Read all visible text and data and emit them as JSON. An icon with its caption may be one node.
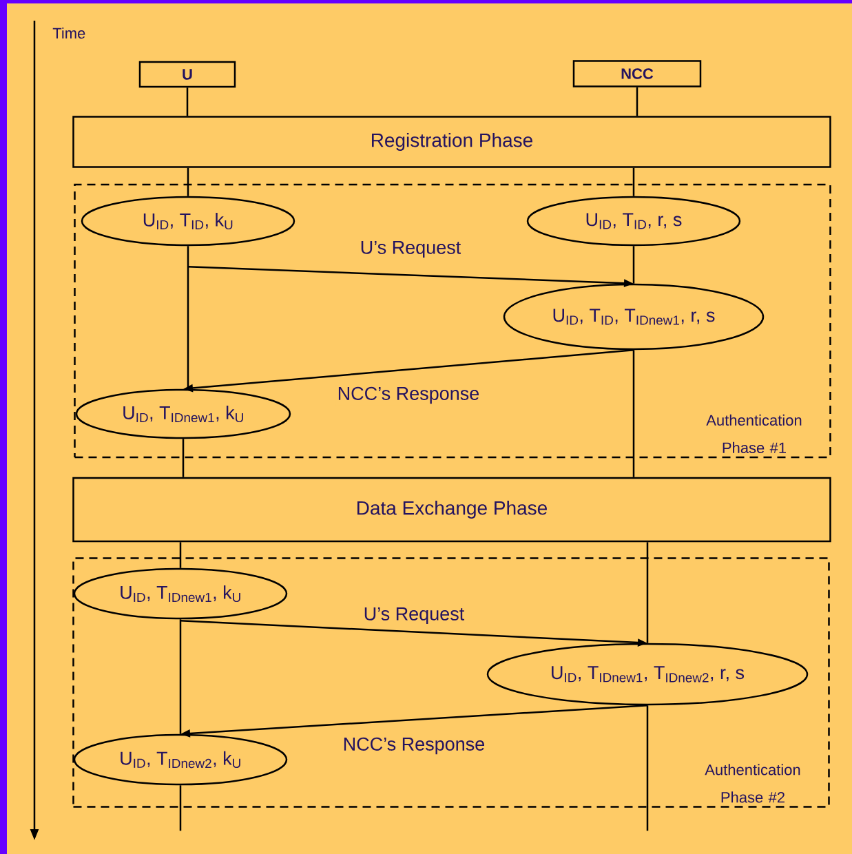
{
  "diagram": {
    "nodes": [
      {
        "text": [
          "**U**"
        ]
      },
      {
        "text": [
          "**NCC**"
        ]
      },
      {
        "text": [
          "Registration Phase"
        ]
      },
      {
        "text": [
          "Authentication Phase #1"
        ]
      },
      {
        "text": [
          "U$_{ID}$, T$_{ID}$, k$_{U}$"
        ],
        "in": 3
      },
      {
        "text": [
          "U$_{ID}$, T$_{ID}$, r, s"
        ],
        "in": 3
      },
      {
        "text": [
          "U$_{ID}$, T$_{ID}$, T$_{IDnew1}$, r, s"
        ],
        "in": 3
      },
      {
        "text": [
          "U$_{ID}$, T$_{IDnew1}$, k$_{U}$"
        ],
        "in": 3
      },
      {
        "text": [
          "Data Exchange Phase"
        ]
      },
      {
        "text": [
          "Authentication Phase #2"
        ]
      },
      {
        "text": [
          "U$_{ID}$, T$_{IDnew1}$, k$_{U}$"
        ],
        "in": 9
      },
      {
        "text": [
          "U$_{ID}$, T$_{IDnew1}$, T$_{IDnew2}$, r, s"
        ],
        "in": 9
      },
      {
        "text": [
          "U$_{ID}$, T$_{IDnew2}$, k$_{U}$"
        ],
        "in": 9
      }
    ],
    "edges": [
      {
        "from": 0,
        "to": 2,
        "arrow": "none"
      },
      {
        "from": 1,
        "to": 2,
        "arrow": "none"
      },
      {
        "from": 2,
        "to": 4,
        "arrow": "none"
      },
      {
        "from": 2,
        "to": 5,
        "arrow": "none"
      },
      {
        "from": 4,
        "to": 7,
        "arrow": "none"
      },
      {
        "from": 4,
        "to": 6,
        "arrow": "to",
        "label": "U’s Request"
      },
      {
        "from": 5,
        "to": 6,
        "arrow": "none"
      },
      {
        "from": 6,
        "to": 7,
        "arrow": "to",
        "label": "NCC’s Response"
      },
      {
        "from": 6,
        "to": 8,
        "arrow": "none"
      },
      {
        "from": 7,
        "to": 8,
        "arrow": "none"
      },
      {
        "from": 8,
        "to": 10,
        "arrow": "none"
      },
      {
        "from": 8,
        "to": 11,
        "arrow": "none"
      },
      {
        "from": 10,
        "to": 12,
        "arrow": "none"
      },
      {
        "from": 10,
        "to": 11,
        "arrow": "to",
        "label": "U’s Request"
      },
      {
        "from": 11,
        "to": 12,
        "arrow": "to",
        "label": "NCC’s Response"
      },
      {
        "from": 12,
        "to": null,
        "arrow": "none"
      },
      {
        "from": 11,
        "to": null,
        "arrow": "none"
      }
    ],
    "labels": [
      "Time"
    ]
  }
}
